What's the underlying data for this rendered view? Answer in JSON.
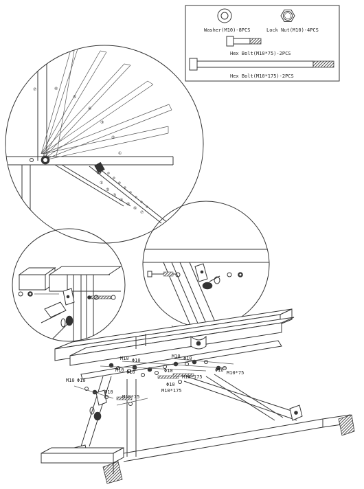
{
  "parts": {
    "washer": "Washer(M10)-8PCS",
    "lock_nut": "Lock Nut(M10)-4PCS",
    "bolt_short": "Hex Bolt(M10*75)-2PCS",
    "bolt_long": "Hex Bolt(M10*175)-2PCS"
  },
  "positions": [
    "①",
    "②",
    "③",
    "④",
    "⑤",
    "⑥",
    "⑦"
  ],
  "callouts": {
    "m10": "M10",
    "phi10": "Φ10",
    "m10_75": "M10*75",
    "m10_175": "M10*175"
  }
}
